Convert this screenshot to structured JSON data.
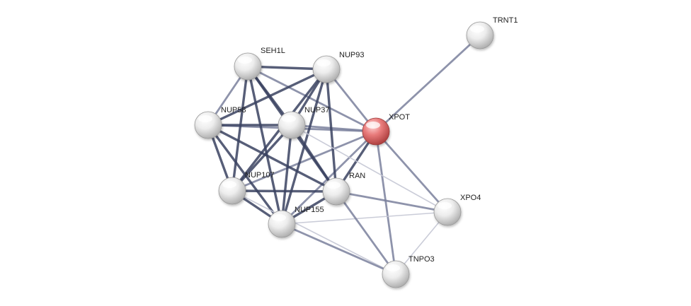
{
  "network": {
    "query_protein": "XPOT",
    "colors": {
      "query_node": "#e87a7a",
      "node": "#e8e8e8",
      "edge_strong": "#3a4260",
      "edge_medium": "#7a809c",
      "edge_weak": "#c4c7d4"
    },
    "nodes": [
      {
        "id": "TRNT1",
        "label": "TRNT1",
        "query": false
      },
      {
        "id": "SEH1L",
        "label": "SEH1L",
        "query": false
      },
      {
        "id": "NUP93",
        "label": "NUP93",
        "query": false
      },
      {
        "id": "NUP58",
        "label": "NUP58",
        "query": false
      },
      {
        "id": "NUP37",
        "label": "NUP37",
        "query": false
      },
      {
        "id": "XPOT",
        "label": "XPOT",
        "query": true
      },
      {
        "id": "NUP107",
        "label": "NUP107",
        "query": false
      },
      {
        "id": "RAN",
        "label": "RAN",
        "query": false
      },
      {
        "id": "XPO4",
        "label": "XPO4",
        "query": false
      },
      {
        "id": "NUP155",
        "label": "NUP155",
        "query": false
      },
      {
        "id": "TNPO3",
        "label": "TNPO3",
        "query": false
      }
    ],
    "edges": [
      {
        "source": "XPOT",
        "target": "TRNT1",
        "strength": "medium"
      },
      {
        "source": "XPOT",
        "target": "NUP93",
        "strength": "medium"
      },
      {
        "source": "XPOT",
        "target": "SEH1L",
        "strength": "medium"
      },
      {
        "source": "XPOT",
        "target": "NUP58",
        "strength": "medium"
      },
      {
        "source": "XPOT",
        "target": "NUP37",
        "strength": "medium"
      },
      {
        "source": "XPOT",
        "target": "NUP107",
        "strength": "medium"
      },
      {
        "source": "XPOT",
        "target": "NUP155",
        "strength": "medium"
      },
      {
        "source": "XPOT",
        "target": "RAN",
        "strength": "strong"
      },
      {
        "source": "XPOT",
        "target": "XPO4",
        "strength": "medium"
      },
      {
        "source": "XPOT",
        "target": "TNPO3",
        "strength": "medium"
      },
      {
        "source": "SEH1L",
        "target": "NUP93",
        "strength": "strong"
      },
      {
        "source": "SEH1L",
        "target": "NUP58",
        "strength": "medium"
      },
      {
        "source": "SEH1L",
        "target": "NUP37",
        "strength": "strong"
      },
      {
        "source": "SEH1L",
        "target": "NUP107",
        "strength": "strong"
      },
      {
        "source": "SEH1L",
        "target": "NUP155",
        "strength": "strong"
      },
      {
        "source": "SEH1L",
        "target": "RAN",
        "strength": "strong"
      },
      {
        "source": "NUP93",
        "target": "NUP58",
        "strength": "strong"
      },
      {
        "source": "NUP93",
        "target": "NUP37",
        "strength": "strong"
      },
      {
        "source": "NUP93",
        "target": "NUP107",
        "strength": "strong"
      },
      {
        "source": "NUP93",
        "target": "NUP155",
        "strength": "strong"
      },
      {
        "source": "NUP93",
        "target": "RAN",
        "strength": "strong"
      },
      {
        "source": "NUP58",
        "target": "NUP37",
        "strength": "strong"
      },
      {
        "source": "NUP58",
        "target": "NUP107",
        "strength": "strong"
      },
      {
        "source": "NUP58",
        "target": "NUP155",
        "strength": "strong"
      },
      {
        "source": "NUP58",
        "target": "RAN",
        "strength": "strong"
      },
      {
        "source": "NUP37",
        "target": "NUP107",
        "strength": "strong"
      },
      {
        "source": "NUP37",
        "target": "NUP155",
        "strength": "strong"
      },
      {
        "source": "NUP37",
        "target": "RAN",
        "strength": "strong"
      },
      {
        "source": "NUP37",
        "target": "XPO4",
        "strength": "weak"
      },
      {
        "source": "NUP107",
        "target": "NUP155",
        "strength": "strong"
      },
      {
        "source": "NUP107",
        "target": "RAN",
        "strength": "strong"
      },
      {
        "source": "NUP107",
        "target": "TNPO3",
        "strength": "weak"
      },
      {
        "source": "NUP155",
        "target": "RAN",
        "strength": "strong"
      },
      {
        "source": "NUP155",
        "target": "TNPO3",
        "strength": "medium"
      },
      {
        "source": "NUP155",
        "target": "XPO4",
        "strength": "weak"
      },
      {
        "source": "RAN",
        "target": "XPO4",
        "strength": "medium"
      },
      {
        "source": "RAN",
        "target": "TNPO3",
        "strength": "medium"
      },
      {
        "source": "XPO4",
        "target": "TNPO3",
        "strength": "weak"
      }
    ]
  }
}
